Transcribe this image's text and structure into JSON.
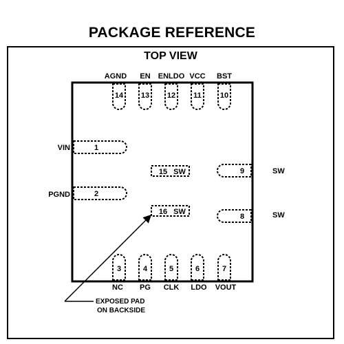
{
  "header": {
    "title": "PACKAGE REFERENCE",
    "view": "TOP VIEW"
  },
  "pins_top": [
    {
      "number": "14",
      "name": "AGND"
    },
    {
      "number": "13",
      "name": "EN"
    },
    {
      "number": "12",
      "name": "ENLDO"
    },
    {
      "number": "11",
      "name": "VCC"
    },
    {
      "number": "10",
      "name": "BST"
    }
  ],
  "pins_bottom": [
    {
      "number": "3",
      "name": "NC"
    },
    {
      "number": "4",
      "name": "PG"
    },
    {
      "number": "5",
      "name": "CLK"
    },
    {
      "number": "6",
      "name": "LDO"
    },
    {
      "number": "7",
      "name": "VOUT"
    }
  ],
  "pins_left": [
    {
      "number": "1",
      "name": "VIN"
    },
    {
      "number": "2",
      "name": "PGND"
    }
  ],
  "pins_right": [
    {
      "number": "9",
      "name": "SW"
    },
    {
      "number": "8",
      "name": "SW"
    }
  ],
  "exposed_pads": [
    {
      "number": "15",
      "name": "SW"
    },
    {
      "number": "16",
      "name": "SW"
    }
  ],
  "note": {
    "line1": "EXPOSED PAD",
    "line2": "ON BACKSIDE"
  }
}
